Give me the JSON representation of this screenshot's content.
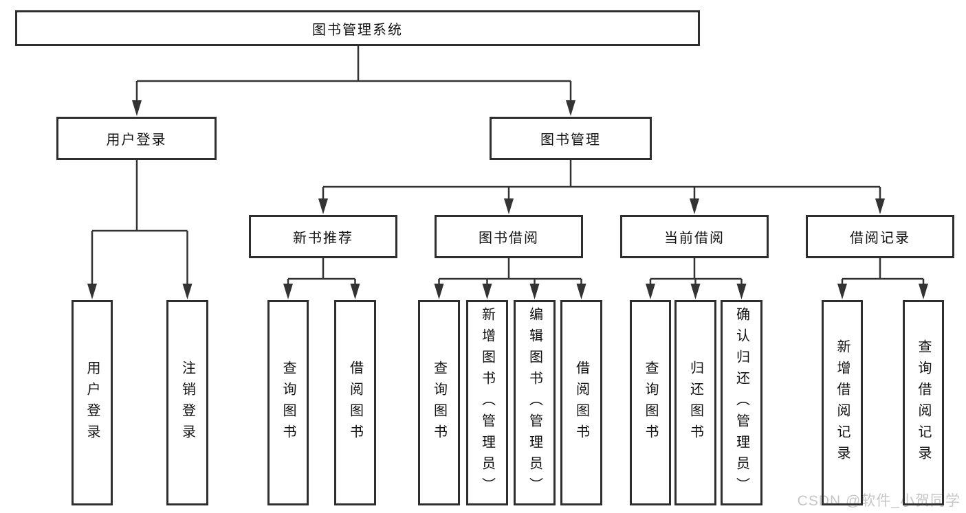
{
  "diagram": {
    "root": {
      "label": "图书管理系统"
    },
    "level2": [
      {
        "id": "user-login",
        "label": "用户登录"
      },
      {
        "id": "book-management",
        "label": "图书管理"
      }
    ],
    "level3": [
      {
        "id": "new-book-recommend",
        "label": "新书推荐"
      },
      {
        "id": "book-borrowing",
        "label": "图书借阅"
      },
      {
        "id": "current-borrowing",
        "label": "当前借阅"
      },
      {
        "id": "borrowing-records",
        "label": "借阅记录"
      }
    ],
    "leaves": {
      "user_login": [
        "用户登录",
        "注销登录"
      ],
      "new_book_recommend": [
        "查询图书",
        "借阅图书"
      ],
      "book_borrowing": [
        "查询图书",
        "新增图书（管理员）",
        "编辑图书（管理员）",
        "借阅图书"
      ],
      "current_borrowing": [
        "查询图书",
        "归还图书",
        "确认归还（管理员）"
      ],
      "borrowing_records": [
        "新增借阅记录",
        "查询借阅记录"
      ]
    }
  },
  "watermark": {
    "text": "CSDN @软件_小贺同学"
  },
  "colors": {
    "line": "#333333",
    "box_border": "#2e2e2e",
    "text": "#111111",
    "watermark": "#c6c6c6",
    "background": "#ffffff"
  }
}
